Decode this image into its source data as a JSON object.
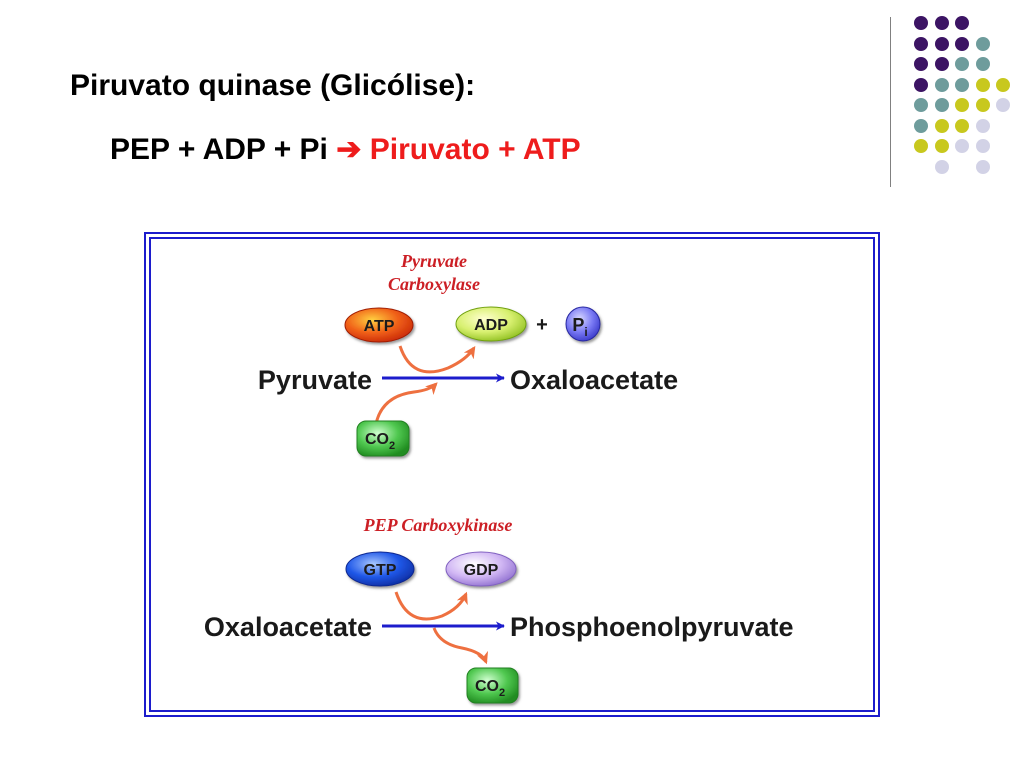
{
  "title": {
    "line1": "Piruvato quinase (Glicólise):",
    "line2_reactants": "PEP + ADP + Pi",
    "line2_arrow": "➔",
    "line2_products": "Piruvato + ATP"
  },
  "decor": {
    "dot_colors": {
      "purple": "#3c1464",
      "teal": "#6e9c9c",
      "olive": "#c8c81e",
      "lavender": "#d2d2e6"
    },
    "dot_grid": [
      [
        "purple",
        "purple",
        "purple",
        null,
        null
      ],
      [
        "purple",
        "purple",
        "purple",
        "teal",
        null
      ],
      [
        "purple",
        "purple",
        "teal",
        "teal",
        null
      ],
      [
        "purple",
        "teal",
        "teal",
        "olive",
        "olive"
      ],
      [
        "teal",
        "teal",
        "olive",
        "olive",
        "lavender"
      ],
      [
        "teal",
        "olive",
        "olive",
        "lavender",
        null
      ],
      [
        "olive",
        "olive",
        "lavender",
        "lavender",
        null
      ],
      [
        null,
        "lavender",
        null,
        "lavender",
        null
      ]
    ]
  },
  "figure": {
    "reaction1": {
      "enzyme_line1": "Pyruvate",
      "enzyme_line2": "Carboxylase",
      "substrate": "Pyruvate",
      "product": "Oxaloacetate",
      "cofactor_in": "ATP",
      "cofactor_out": "ADP",
      "plus": "+",
      "pi_main": "P",
      "pi_sub": "i",
      "co2_main": "CO",
      "co2_sub": "2"
    },
    "reaction2": {
      "enzyme": "PEP Carboxykinase",
      "substrate": "Oxaloacetate",
      "product": "Phosphoenolpyruvate",
      "cofactor_in": "GTP",
      "cofactor_out": "GDP",
      "co2_main": "CO",
      "co2_sub": "2"
    },
    "colors": {
      "border": "#1c1ccc",
      "reaction_arrow": "#1c1ccc",
      "curved_arrow": "#ee7040",
      "enzyme_text": "#cc1f25",
      "atp": "#ee4a12",
      "adp": "#c6ea50",
      "pi": "#6a6af0",
      "co2": "#4cc24c",
      "gtp": "#1c4ae0",
      "gdp": "#c8aaf0"
    }
  }
}
